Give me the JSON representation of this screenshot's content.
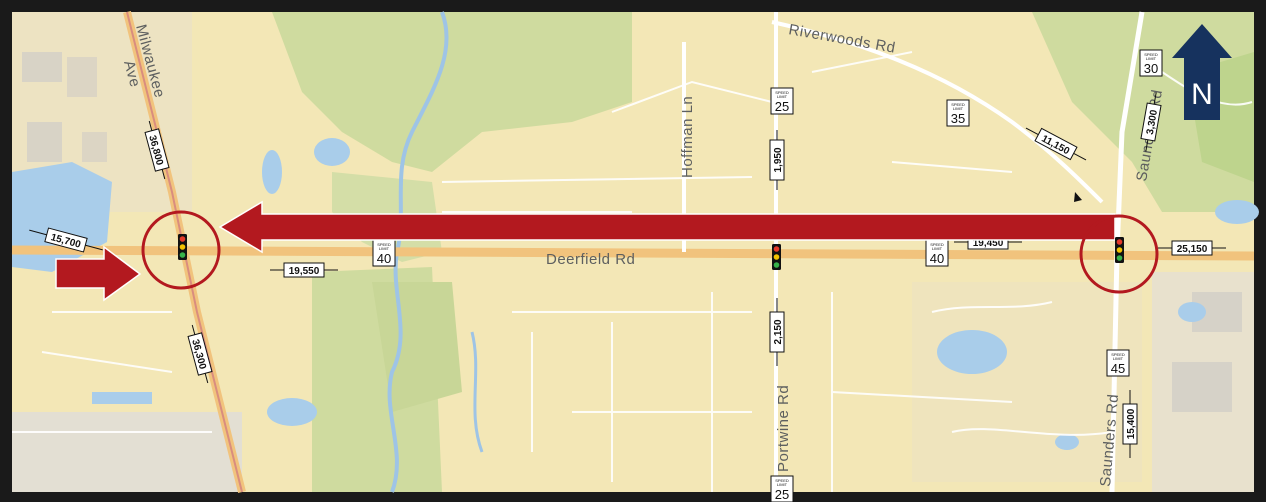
{
  "roads": {
    "milwaukee": "Milwaukee",
    "ave": "Ave",
    "riverwoods": "Riverwoods Rd",
    "hoffman": "Hoffman Ln",
    "deerfield": "Deerfield Rd",
    "portwine": "Portwine Rd",
    "saunders_north": "Saunders Rd",
    "saunders_south": "Saunders Rd"
  },
  "traffic_counts": {
    "milwaukee_north": "36,800",
    "milwaukee_south": "36,300",
    "deerfield_far_west": "15,700",
    "deerfield_west": "19,550",
    "hoffman": "1,950",
    "portwine": "2,150",
    "deerfield_east": "19,450",
    "riverwoods": "11,150",
    "saunders_north": "3,300",
    "deerfield_far_east": "25,150",
    "saunders_south": "15,400"
  },
  "speed_limits": {
    "sign_header": "SPEED",
    "sign_subheader": "LIMIT",
    "hoffman": "25",
    "riverwoods": "35",
    "saunders_north": "30",
    "deerfield_west": "40",
    "deerfield_east": "40",
    "saunders_south": "45",
    "portwine": "25"
  },
  "north_arrow": {
    "letter": "N"
  },
  "colors": {
    "map_background": "#f3e7b6",
    "forest": "#cfdb9f",
    "water": "#a9cdea",
    "arrow": "#b3191f",
    "circle": "#b3191f",
    "north_arrow": "#16325e",
    "road_major": "#f1c37d",
    "road_minor": "#ffffff"
  },
  "icons": {
    "signal": "traffic-signal-icon",
    "north": "north-arrow-icon",
    "arrow": "direction-arrow-icon"
  }
}
